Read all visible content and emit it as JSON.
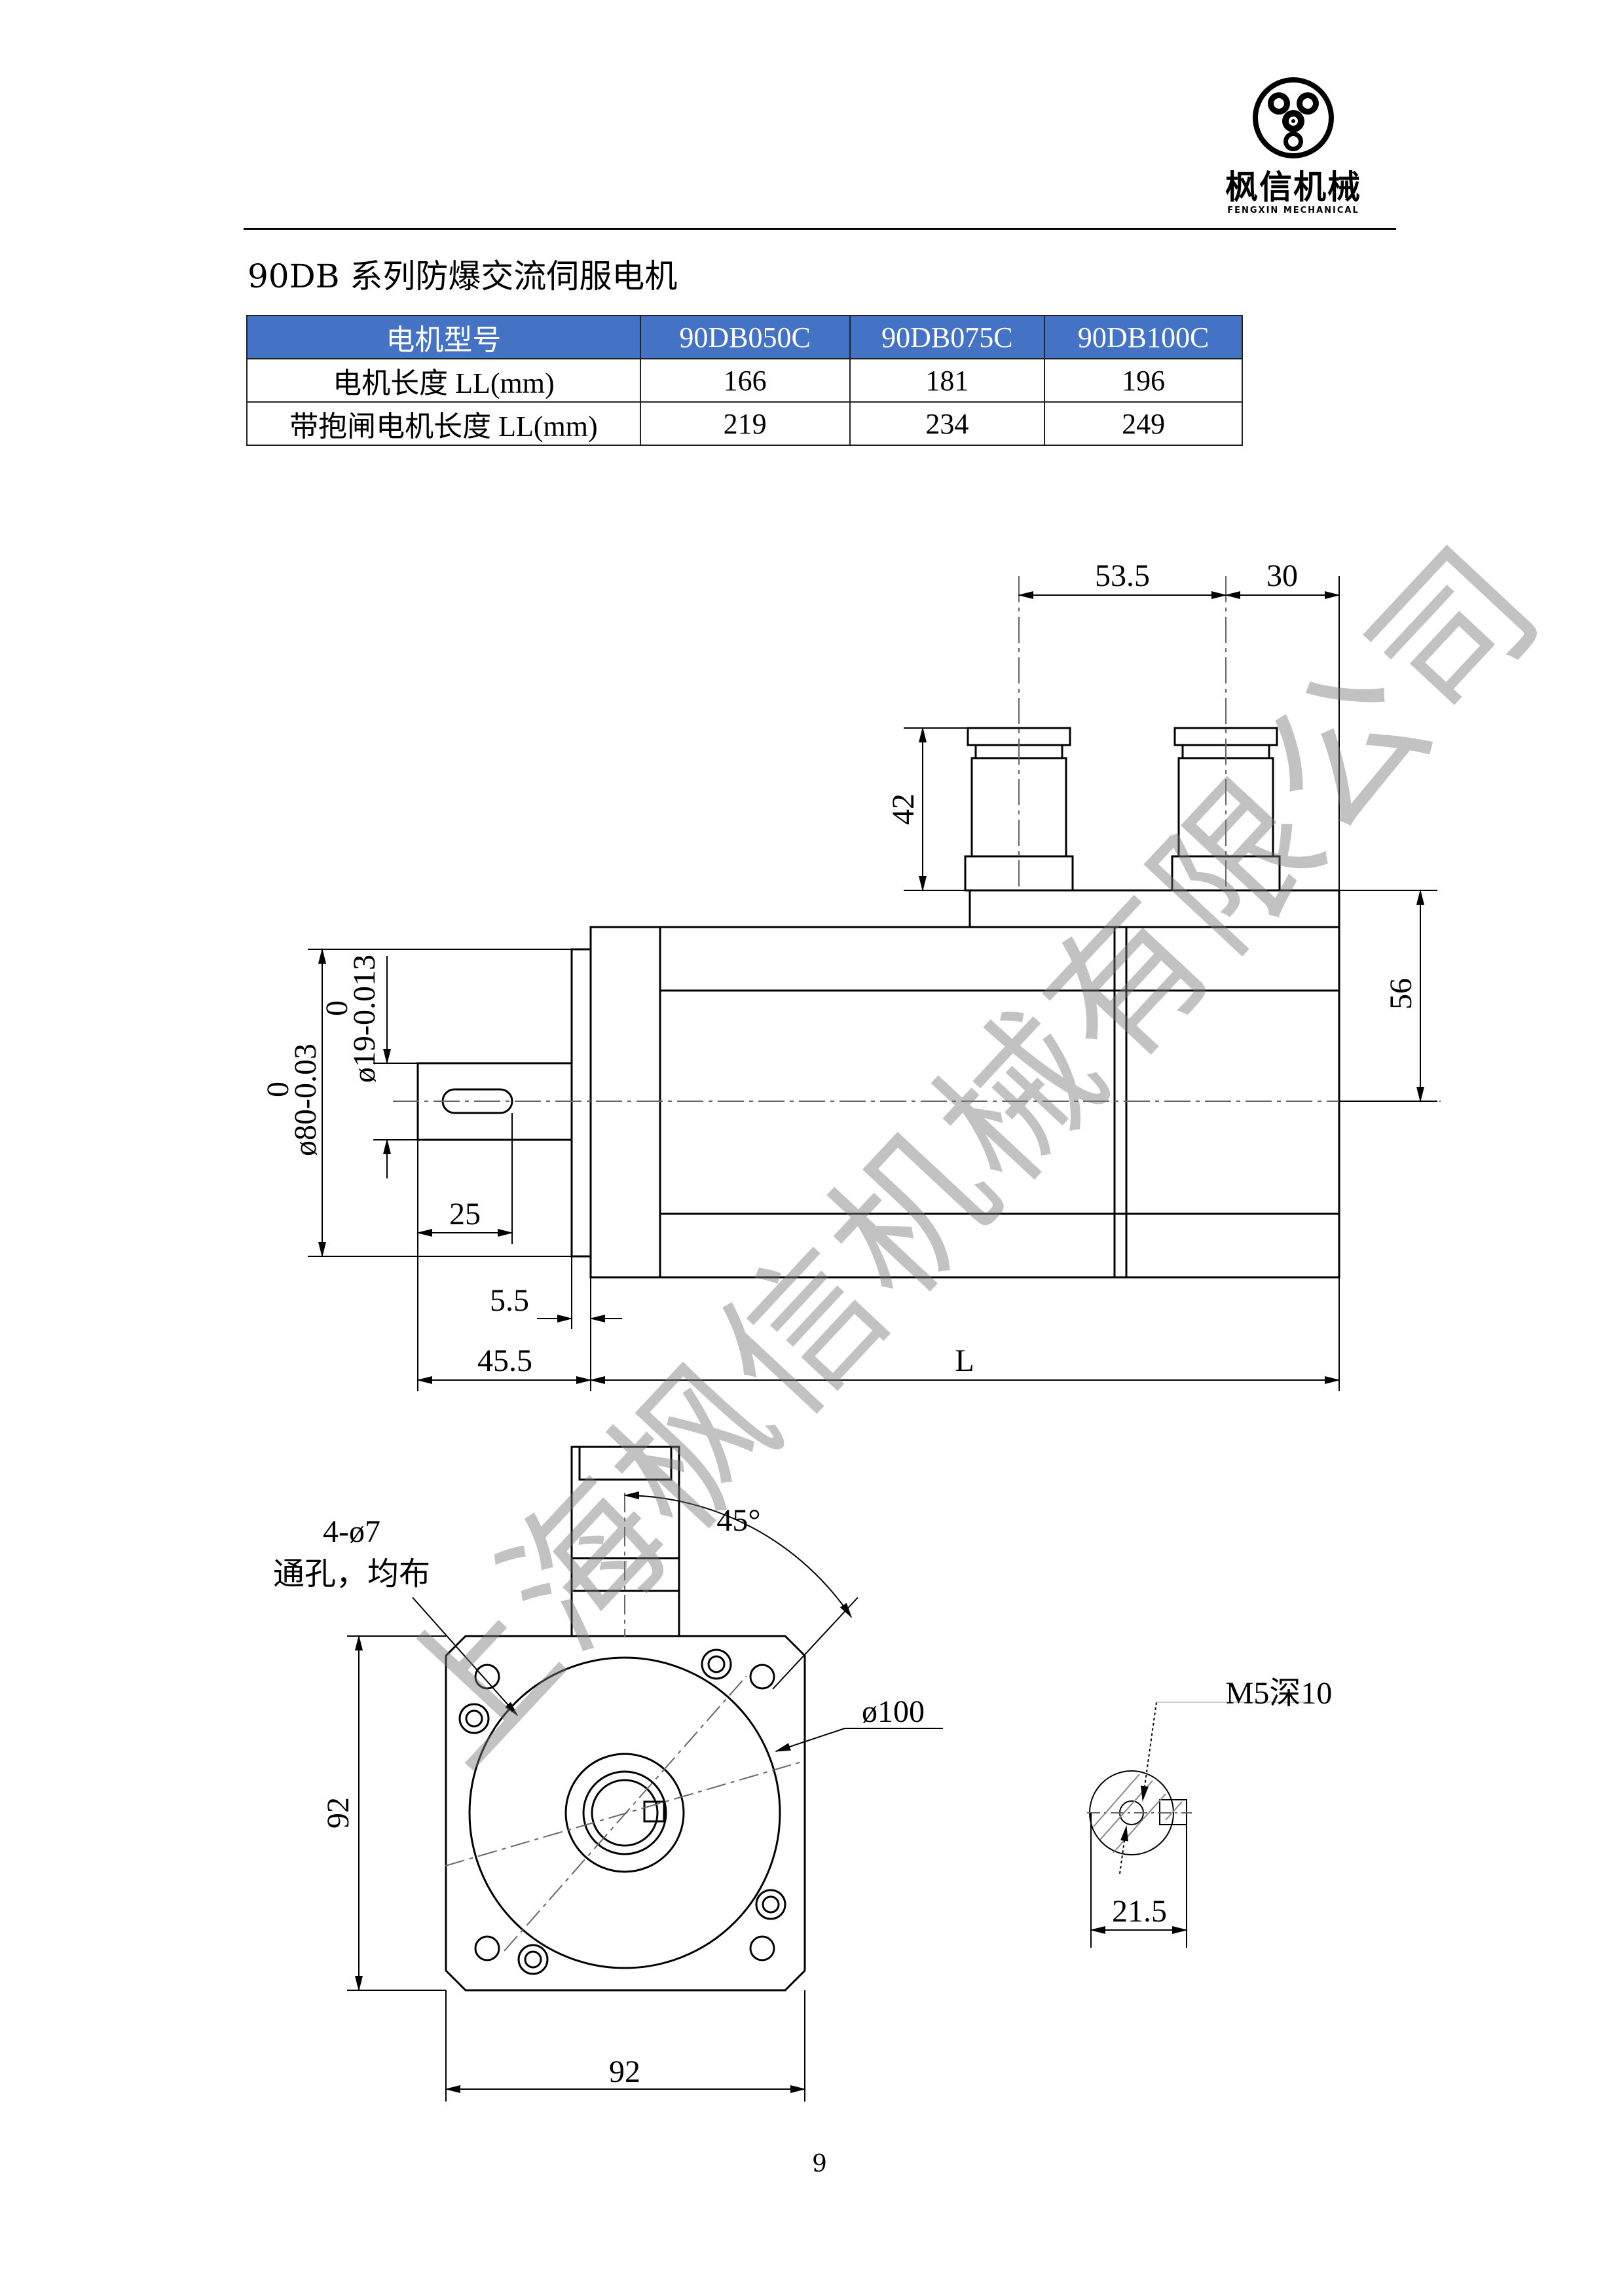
{
  "logo": {
    "text_cn": "枫信机械",
    "text_en": "FENGXIN MECHANICAL"
  },
  "title": "90DB 系列防爆交流伺服电机",
  "table": {
    "header": [
      "电机型号",
      "90DB050C",
      "90DB075C",
      "90DB100C"
    ],
    "rows": [
      [
        "电机长度 LL(mm)",
        "166",
        "181",
        "196"
      ],
      [
        "带抱闸电机长度 LL(mm)",
        "219",
        "234",
        "249"
      ]
    ]
  },
  "drawing": {
    "dim_53_5": "53.5",
    "dim_30": "30",
    "dim_42": "42",
    "dim_56": "56",
    "dim_80": "ø80-0.03",
    "dim_80_upper": "0",
    "dim_19": "ø19-0.013",
    "dim_19_upper": "0",
    "dim_25": "25",
    "dim_5_5": "5.5",
    "dim_45_5": "45.5",
    "dim_L": "L",
    "holes_label": "4-ø7",
    "holes_note": "通孔，均布",
    "angle": "45°",
    "dim_100": "ø100",
    "dim_92_v": "92",
    "dim_92_h": "92",
    "thread_label": "M5深10",
    "dim_21_5": "21.5"
  },
  "watermark": "上海枫信机械有限公司",
  "page_number": "9",
  "colors": {
    "table_header": "#4472c4"
  }
}
